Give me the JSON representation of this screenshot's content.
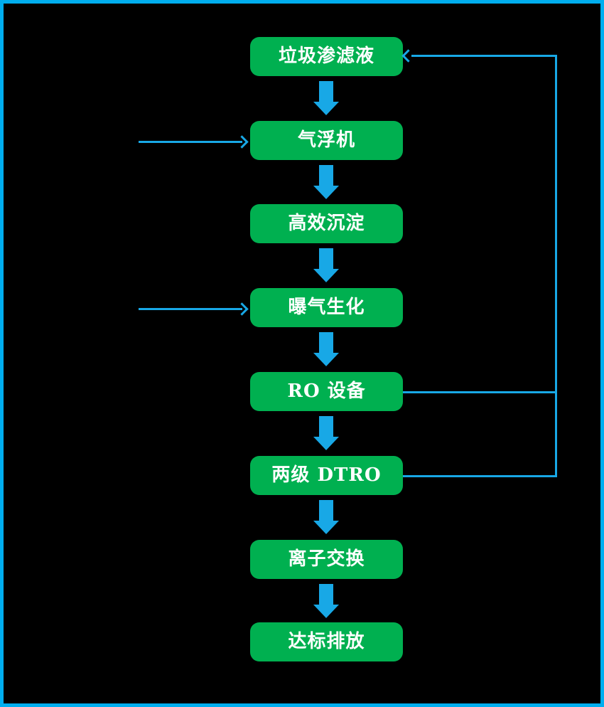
{
  "flowchart": {
    "nodes": [
      {
        "id": "leachate",
        "label": "垃圾渗滤液"
      },
      {
        "id": "air-flotation",
        "label": "气浮机"
      },
      {
        "id": "sedimentation",
        "label": "高效沉淀"
      },
      {
        "id": "aeration",
        "label": "曝气生化"
      },
      {
        "id": "ro",
        "label": "RO 设备"
      },
      {
        "id": "dtro",
        "label": "两级 DTRO"
      },
      {
        "id": "ion-exchange",
        "label": "离子交换"
      },
      {
        "id": "discharge",
        "label": "达标排放"
      }
    ],
    "edges": [
      {
        "from": "leachate",
        "to": "air-flotation",
        "type": "thick-down-arrow"
      },
      {
        "from": "air-flotation",
        "to": "sedimentation",
        "type": "thick-down-arrow"
      },
      {
        "from": "sedimentation",
        "to": "aeration",
        "type": "thick-down-arrow"
      },
      {
        "from": "aeration",
        "to": "ro",
        "type": "thick-down-arrow"
      },
      {
        "from": "ro",
        "to": "dtro",
        "type": "thick-down-arrow"
      },
      {
        "from": "dtro",
        "to": "ion-exchange",
        "type": "thick-down-arrow"
      },
      {
        "from": "ion-exchange",
        "to": "discharge",
        "type": "thick-down-arrow"
      },
      {
        "from": "ro",
        "to": "leachate",
        "type": "thin-feedback-line-right-side"
      },
      {
        "from": "dtro",
        "to": "leachate",
        "type": "thin-feedback-line-right-side"
      },
      {
        "from": "left-outside",
        "to": "air-flotation",
        "type": "thin-input-arrow"
      },
      {
        "from": "left-outside",
        "to": "aeration",
        "type": "thin-input-arrow"
      }
    ]
  },
  "colors": {
    "background": "#000000",
    "frame_blue": "#00AEEF",
    "node_green": "#00B050",
    "arrow_blue": "#18A8E6",
    "text_white": "#FFFFFF"
  }
}
